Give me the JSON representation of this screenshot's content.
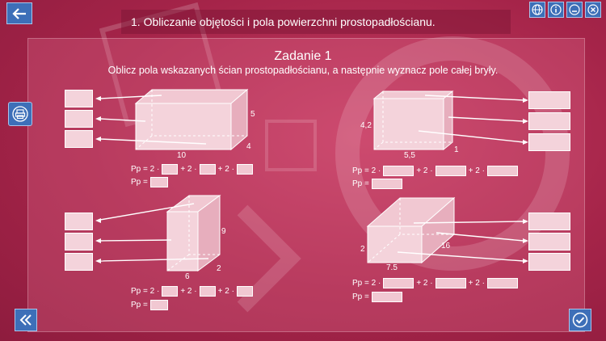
{
  "header": {
    "title": "1. Obliczanie objętości i pola powierzchni prostopadłościanu."
  },
  "task": {
    "heading": "Zadanie 1",
    "instruction": "Oblicz pola wskazanych ścian prostopadłościanu, a następnie wyznacz pole całej bryły."
  },
  "formula": {
    "pp_prefix": "Pp = 2 ·",
    "plus": "+ 2 ·",
    "pp_total": "Pp ="
  },
  "figures": [
    {
      "dims": [
        "5",
        "4",
        "10"
      ]
    },
    {
      "dims": [
        "4,2",
        "5,5",
        "1"
      ]
    },
    {
      "dims": [
        "9",
        "2",
        "6"
      ]
    },
    {
      "dims": [
        "2",
        "16",
        "7.5"
      ]
    }
  ],
  "icons": {
    "back": "back-arrow-icon",
    "print": "print-icon",
    "rewind": "double-chevron-left-icon",
    "check": "check-icon",
    "lang": "globe-icon",
    "info": "info-icon",
    "minimize": "minimize-icon",
    "close": "close-icon"
  },
  "colors": {
    "background": "#b0294f",
    "button": "#3d6fb8",
    "field": "#f1c8d2"
  }
}
